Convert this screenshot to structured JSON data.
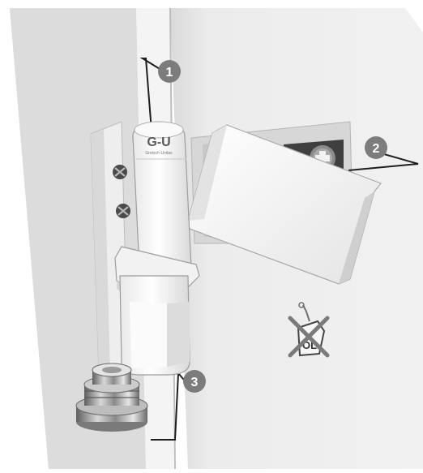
{
  "illustration": {
    "logo_text": "G-U",
    "logo_subtext": "Gretsch-Unitas",
    "callouts": [
      {
        "number": "1"
      },
      {
        "number": "2"
      },
      {
        "number": "3"
      }
    ],
    "no_oil_label": "ÖL"
  },
  "colors": {
    "background": "#ffffff",
    "frame_gray": "#d2d2d2",
    "door_light": "#ebebeb",
    "hinge_white": "#f4f4f4",
    "hinge_shadow": "#cfcfcf",
    "dark_screw": "#4a4a4a",
    "callout_badge": "#7c7c7c",
    "leader_line": "#1e1e1e",
    "chrome": "#9a9a9a"
  }
}
